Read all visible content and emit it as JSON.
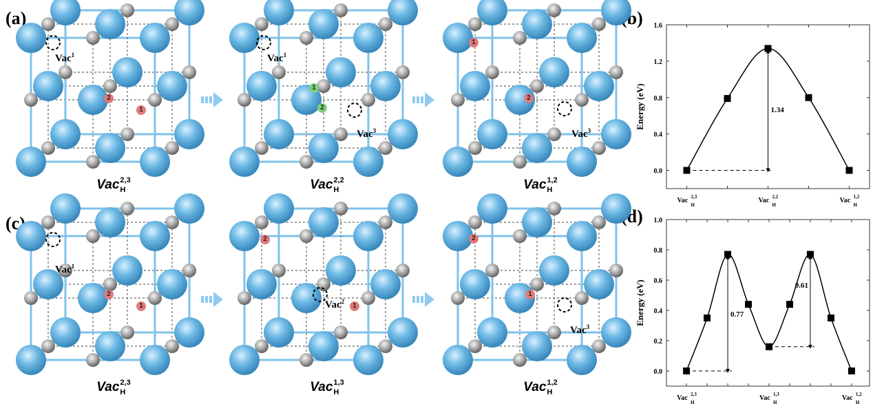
{
  "panels": {
    "a": "(a)",
    "b": "(b)",
    "c": "(c)",
    "d": "(d)"
  },
  "colors": {
    "big_atom": "#5aaad6",
    "small_atom": "#9a9a9a",
    "bond": "#7fc2ea",
    "arrow": "#8fcaf2",
    "red_marker": "#e07a7a",
    "green_marker": "#7ed07e"
  },
  "structures": [
    {
      "caption": {
        "base": "Vac",
        "sub": "H",
        "sup": "2,3"
      },
      "labels": [
        {
          "text": "Vac",
          "sup": "1"
        }
      ],
      "markers": [
        {
          "text": "2",
          "color": "red"
        },
        {
          "text": "1",
          "color": "red"
        }
      ]
    },
    {
      "caption": {
        "base": "Vac",
        "sub": "H",
        "sup": "2,2"
      },
      "labels": [
        {
          "text": "Vac",
          "sup": "1"
        },
        {
          "text": "Vac",
          "sup": "3"
        }
      ],
      "markers": [
        {
          "text": "1",
          "color": "green"
        },
        {
          "text": "2",
          "color": "green"
        }
      ]
    },
    {
      "caption": {
        "base": "Vac",
        "sub": "H",
        "sup": "1,2"
      },
      "labels": [
        {
          "text": "Vac",
          "sup": "3"
        }
      ],
      "markers": [
        {
          "text": "1",
          "color": "red"
        },
        {
          "text": "2",
          "color": "red"
        }
      ]
    },
    {
      "caption": {
        "base": "Vac",
        "sub": "H",
        "sup": "2,3"
      },
      "labels": [
        {
          "text": "Vac",
          "sup": "1"
        }
      ],
      "markers": [
        {
          "text": "2",
          "color": "red"
        },
        {
          "text": "1",
          "color": "red"
        }
      ]
    },
    {
      "caption": {
        "base": "Vac",
        "sub": "H",
        "sup": "1,3"
      },
      "labels": [
        {
          "text": "Vac",
          "sup": "2"
        }
      ],
      "markers": [
        {
          "text": "2",
          "color": "red"
        },
        {
          "text": "1",
          "color": "red"
        }
      ]
    },
    {
      "caption": {
        "base": "Vac",
        "sub": "H",
        "sup": "1,2"
      },
      "labels": [
        {
          "text": "Vac",
          "sup": "3"
        }
      ],
      "markers": [
        {
          "text": "2",
          "color": "red"
        },
        {
          "text": "1",
          "color": "red"
        }
      ]
    }
  ],
  "chart_data": [
    {
      "type": "line",
      "panel": "b",
      "ylabel": "Energy (eV)",
      "x": [
        0,
        1,
        2,
        3,
        4
      ],
      "values": [
        0,
        0.79,
        1.34,
        0.8,
        0
      ],
      "ylim": [
        -0.2,
        1.6
      ],
      "yticks": [
        "0.0",
        "0.4",
        "0.8",
        "1.2",
        "1.6"
      ],
      "ytick_values": [
        0,
        0.4,
        0.8,
        1.2,
        1.6
      ],
      "xticks": [
        {
          "x": 0,
          "base": "Vac",
          "sub": "H",
          "sup": "2,3"
        },
        {
          "x": 2,
          "base": "Vac",
          "sub": "H",
          "sup": "2,2"
        },
        {
          "x": 4,
          "base": "Vac",
          "sub": "H",
          "sup": "1,2"
        }
      ],
      "annotations": [
        {
          "text": "1.34",
          "x": 2,
          "from": 0,
          "to": 1.34
        }
      ]
    },
    {
      "type": "line",
      "panel": "d",
      "ylabel": "Energy (eV)",
      "x": [
        0,
        1,
        2,
        3,
        4,
        5,
        6,
        7,
        8
      ],
      "values": [
        0,
        0.35,
        0.77,
        0.44,
        0.16,
        0.44,
        0.77,
        0.35,
        0
      ],
      "ylim": [
        -0.1,
        1.0
      ],
      "yticks": [
        "0.0",
        "0.2",
        "0.4",
        "0.6",
        "0.8",
        "1.0"
      ],
      "ytick_values": [
        0,
        0.2,
        0.4,
        0.6,
        0.8,
        1.0
      ],
      "xticks": [
        {
          "x": 0,
          "base": "Vac",
          "sub": "H",
          "sup": "2,3"
        },
        {
          "x": 4,
          "base": "Vac",
          "sub": "H",
          "sup": "1,3"
        },
        {
          "x": 8,
          "base": "Vac",
          "sub": "H",
          "sup": "1,2"
        }
      ],
      "annotations": [
        {
          "text": "0.77",
          "x": 2,
          "from": 0,
          "to": 0.77
        },
        {
          "text": "0.61",
          "x": 6,
          "from": 0.16,
          "to": 0.77
        }
      ]
    }
  ]
}
